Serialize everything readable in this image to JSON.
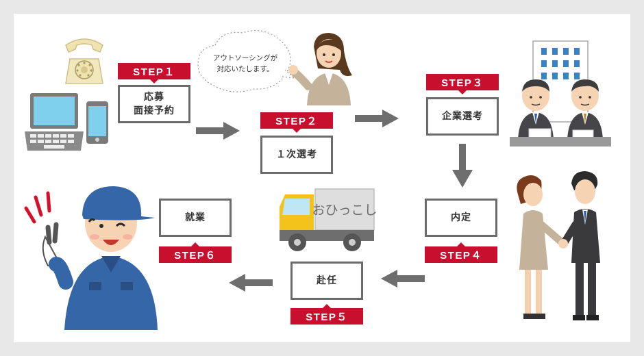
{
  "bubble": {
    "text": "アウトソーシングが\n対応いたします。"
  },
  "truck": {
    "label": "おひっこし"
  },
  "colors": {
    "accent": "#c8102e",
    "box_border": "#6b6b6b",
    "arrow": "#6e6e6e"
  },
  "steps": [
    {
      "badge": "STEP１",
      "label": "応募\n面接予約"
    },
    {
      "badge": "STEP２",
      "label": "１次選考"
    },
    {
      "badge": "STEP３",
      "label": "企業選考"
    },
    {
      "badge": "STEP４",
      "label": "内定"
    },
    {
      "badge": "STEP５",
      "label": "赴任"
    },
    {
      "badge": "STEP６",
      "label": "就業"
    }
  ]
}
